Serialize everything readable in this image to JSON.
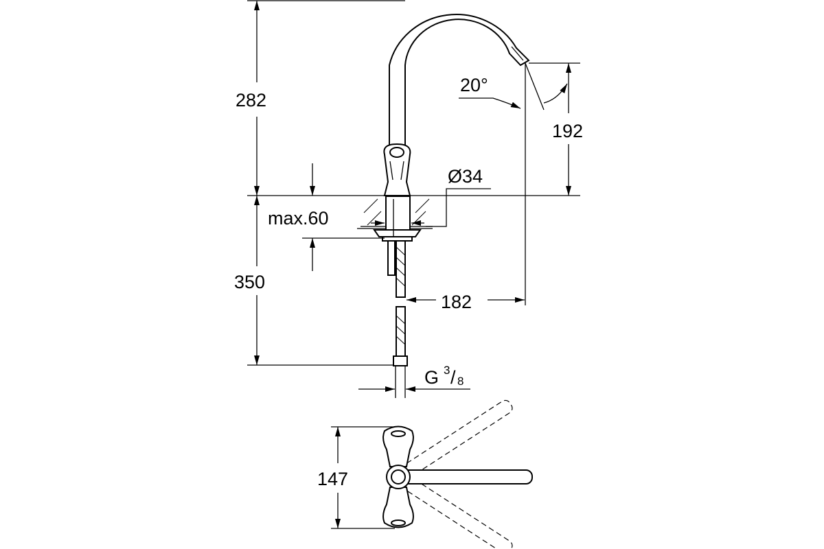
{
  "title": "Faucet dimension drawing",
  "dimensions": {
    "spout_height": "282",
    "outlet_height": "192",
    "outlet_angle": "20°",
    "hole_diameter": "Ø34",
    "max_worktop": "max.60",
    "hose_length": "350",
    "spout_reach": "182",
    "connection_prefix": "G",
    "connection_num": "3",
    "connection_den": "8",
    "top_view_width": "147"
  }
}
